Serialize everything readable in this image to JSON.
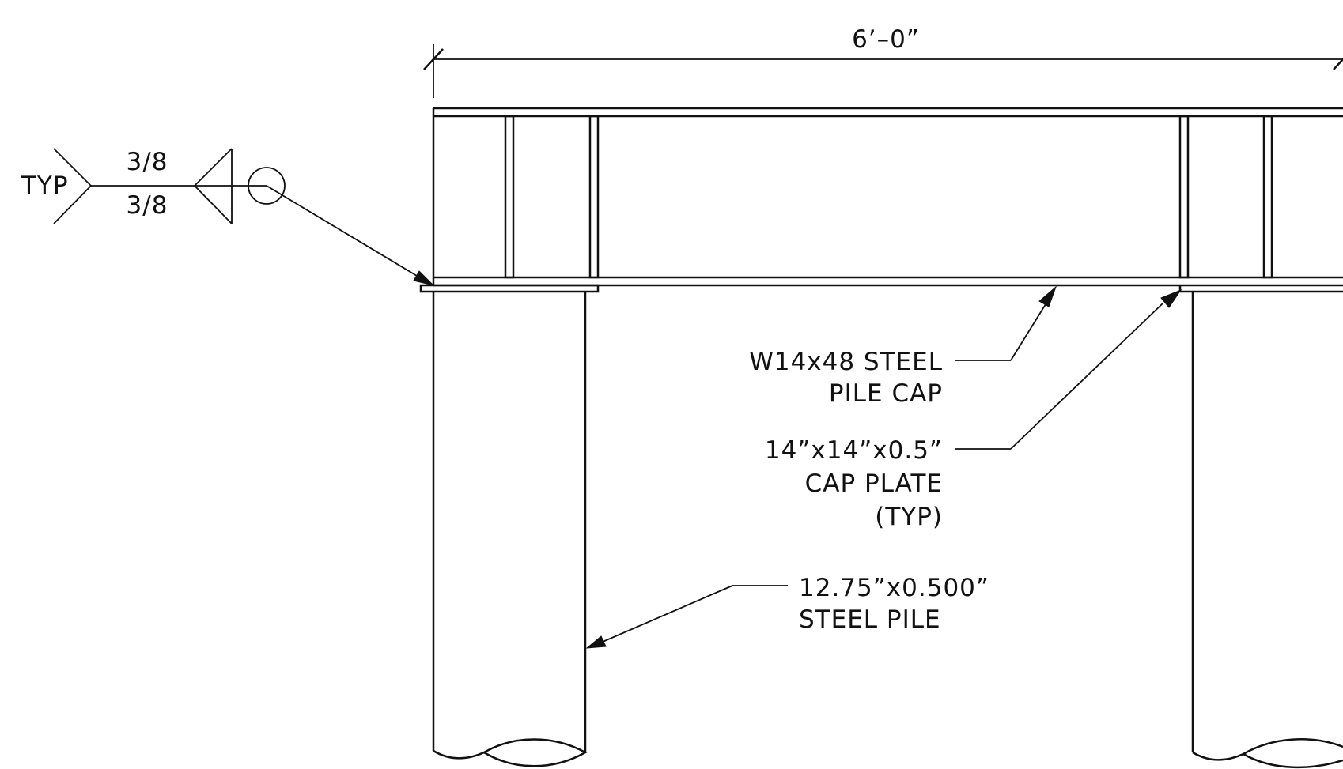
{
  "dimension": {
    "overall_width": "6’–0”"
  },
  "weld_symbol": {
    "tail_note": "TYP",
    "size_arrow_side": "3/8",
    "size_other_side": "3/8"
  },
  "callouts": {
    "pile_cap": {
      "line1": "W14x48 STEEL",
      "line2": "PILE CAP"
    },
    "cap_plate": {
      "line1": "14”x14”x0.5”",
      "line2": "CAP PLATE",
      "line3": "(TYP)"
    },
    "steel_pile": {
      "line1": "12.75”x0.500”",
      "line2": "STEEL PILE"
    }
  }
}
